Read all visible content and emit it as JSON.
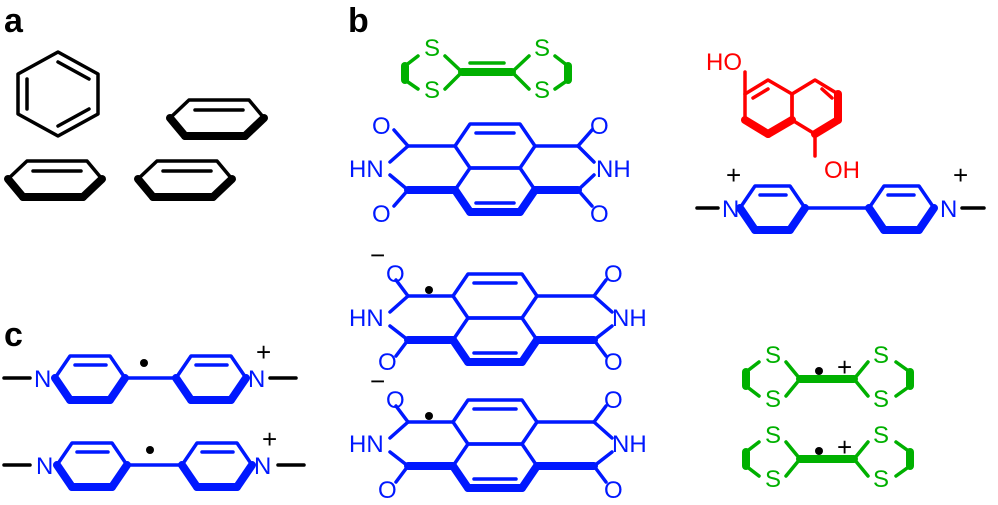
{
  "panels": {
    "a": "a",
    "b": "b",
    "c": "c"
  },
  "colors": {
    "benzene": "#000000",
    "ndi": "#0018ff",
    "ttf": "#00b000",
    "naphthol": "#ff0000",
    "viologen": "#0018ff"
  },
  "atoms": {
    "sulfur": "S",
    "oxygen": "O",
    "nitrogen": "N",
    "imide": "HN",
    "imide_right": "NH",
    "hydroxyl": "HO",
    "hydroxyl_right": "OH"
  },
  "charges": {
    "plus": "+",
    "minus": "−"
  }
}
